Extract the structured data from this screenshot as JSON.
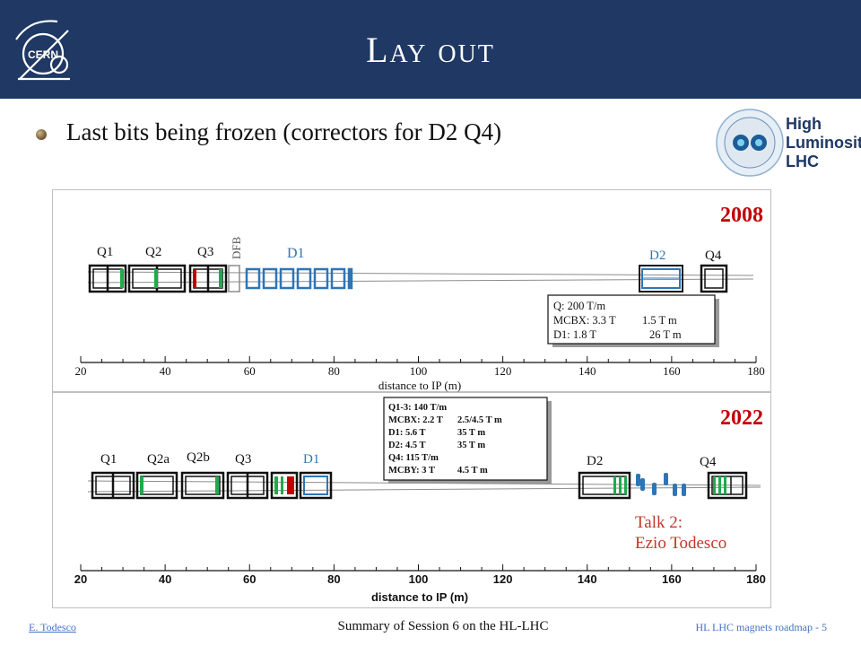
{
  "slide": {
    "title": "Lay out",
    "bullet": "Last bits being frozen (correctors for D2 Q4)"
  },
  "logos": {
    "cern": "CERN",
    "hl_line1": "High",
    "hl_line2": "Luminosity",
    "hl_line3": "LHC"
  },
  "footer": {
    "author": "E. Todesco",
    "center": "Summary of Session 6 on the HL-LHC",
    "right": "HL LHC magnets roadmap - 5"
  },
  "layout_2008": {
    "year": "2008",
    "labels": {
      "q1": "Q1",
      "q2": "Q2",
      "q3": "Q3",
      "dfb": "DFB",
      "d1": "D1",
      "d2": "D2",
      "q4": "Q4"
    },
    "legend": [
      [
        "Q: 200 T/m",
        ""
      ],
      [
        "MCBX: 3.3 T",
        "1.5 T m"
      ],
      [
        "D1: 1.8 T",
        "26 T m"
      ]
    ],
    "axis": {
      "label": "distance to IP (m)",
      "ticks": [
        "20",
        "40",
        "60",
        "80",
        "100",
        "120",
        "140",
        "160",
        "180"
      ]
    }
  },
  "layout_2022": {
    "year": "2022",
    "labels": {
      "q1": "Q1",
      "q2a": "Q2a",
      "q2b": "Q2b",
      "q3": "Q3",
      "d1": "D1",
      "d2": "D2",
      "q4": "Q4"
    },
    "legend": [
      [
        "Q1-3: 140 T/m",
        ""
      ],
      [
        "MCBX: 2.2 T",
        "2.5/4.5 T m"
      ],
      [
        "D1: 5.6 T",
        "35 T m"
      ],
      [
        "D2: 4.5 T",
        "35 T m"
      ],
      [
        "Q4: 115 T/m",
        ""
      ],
      [
        "MCBY: 3 T",
        "4.5 T m"
      ]
    ],
    "talk_line1": "Talk 2:",
    "talk_line2": "Ezio Todesco",
    "axis": {
      "label": "distance to IP (m)",
      "ticks": [
        "20",
        "40",
        "60",
        "80",
        "100",
        "120",
        "140",
        "160",
        "180"
      ]
    }
  },
  "colors": {
    "header_bg": "#1f3864",
    "magnet": "#111111",
    "green_corrector": "#1faa4b",
    "red_corrector": "#c00000",
    "blue_d1": "#2e75b6",
    "year_red": "#c00000",
    "talk_red": "#c0392b"
  }
}
